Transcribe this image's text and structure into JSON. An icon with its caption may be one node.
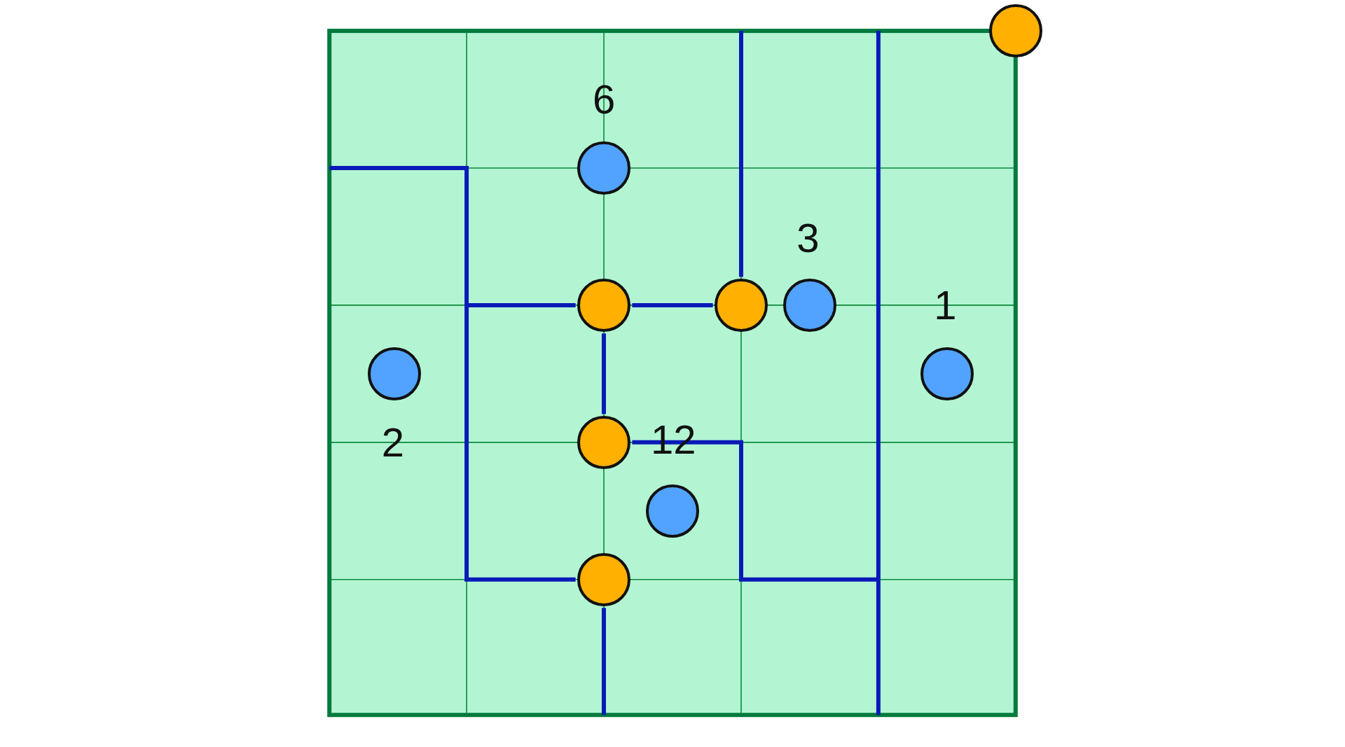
{
  "diagram": {
    "nodes": [
      {
        "text": [],
        "shape": "circle"
      },
      {
        "text": [],
        "shape": "circle"
      },
      {
        "text": [],
        "shape": "circle"
      },
      {
        "text": [],
        "shape": "circle"
      },
      {
        "text": [],
        "shape": "circle"
      },
      {
        "text": [],
        "shape": "circle"
      },
      {
        "text": [],
        "shape": "circle"
      },
      {
        "text": [],
        "shape": "circle"
      },
      {
        "text": [],
        "shape": "circle"
      },
      {
        "text": [],
        "shape": "circle"
      }
    ],
    "edges": [
      {
        "from": 2,
        "to": 3,
        "arrow": "none"
      },
      {
        "from": 2,
        "to": 7,
        "arrow": "none"
      },
      {
        "from": null,
        "to": 2,
        "arrow": "none"
      },
      {
        "from": null,
        "to": 3,
        "arrow": "none"
      },
      {
        "from": 7,
        "to": null,
        "arrow": "none"
      },
      {
        "from": null,
        "to": 9,
        "arrow": "none"
      },
      {
        "from": 9,
        "to": null,
        "arrow": "none"
      }
    ],
    "labels": [
      "6",
      "3",
      "1",
      "2",
      "12"
    ]
  }
}
